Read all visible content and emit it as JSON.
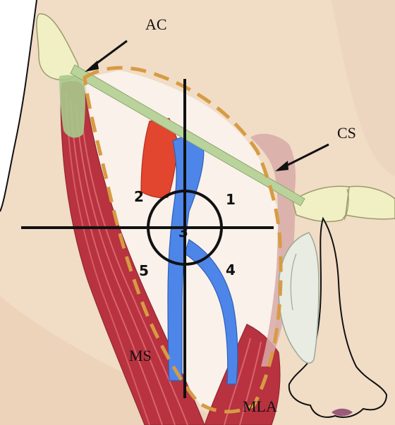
{
  "labels": {
    "ac": "AC",
    "cs": "CS",
    "ms": "MS",
    "mla": "MLA"
  },
  "regions": [
    "1",
    "2",
    "3",
    "4",
    "5"
  ],
  "colors": {
    "skin": "#f1dcc6",
    "skin_shadow": "#e6c8ad",
    "muscle": "#b8323f",
    "muscle_line": "#e57a80",
    "artery": "#e2462e",
    "vein": "#4d86e8",
    "ligament": "#b9d39b",
    "bone": "#f1f0c4",
    "cricoid_shade": "#d8aaa8",
    "dashed_outline": "#d79b43",
    "lines": "#111111"
  }
}
